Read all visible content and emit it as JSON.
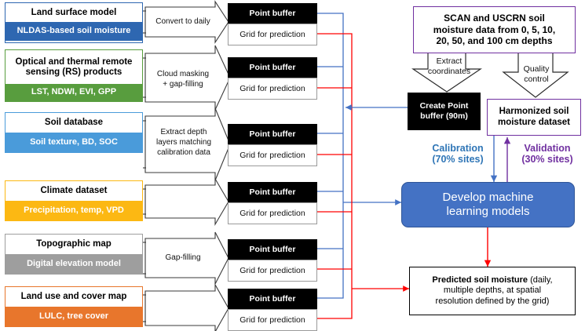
{
  "diagram": {
    "title": "Soil moisture machine learning workflow",
    "colors": {
      "nldas_blue": "#2E67B1",
      "rs_green": "#589D3E",
      "soil_blue": "#4A9BDA",
      "climate_yellow": "#FCB813",
      "topo_gray": "#9E9E9E",
      "lulc_orange": "#E8762C",
      "purple": "#7030A0",
      "ml_blue": "#4472C4",
      "calibration_blue": "#2E75B6",
      "red_line": "#FF0000",
      "blue_line": "#4472C4"
    }
  },
  "sources": [
    {
      "title": "Land surface model",
      "sub": "NLDAS-based soil moisture",
      "process": "Convert to daily"
    },
    {
      "title": "Optical and thermal remote sensing (RS) products",
      "sub": "LST, NDWI, EVI, GPP",
      "process": "Cloud masking\n+ gap-filling"
    },
    {
      "title": "Soil database",
      "sub": "Soil texture, BD, SOC",
      "process": "Extract depth layers matching calibration data"
    },
    {
      "title": "Climate dataset",
      "sub": "Precipitation, temp, VPD",
      "process": ""
    },
    {
      "title": "Topographic map",
      "sub": "Digital elevation model",
      "process": "Gap-filling"
    },
    {
      "title": "Land use and cover map",
      "sub": "LULC, tree cover",
      "process": ""
    }
  ],
  "process_labels": {
    "p0": "Convert to daily",
    "p1_line1": "Cloud masking",
    "p1_line2": "+ gap-filling",
    "p2_line1": "Extract depth",
    "p2_line2": "layers matching",
    "p2_line3": "calibration data",
    "p4": "Gap-filling"
  },
  "buffers": {
    "point_buffer_label": "Point buffer",
    "grid_label": "Grid for prediction"
  },
  "right": {
    "station_box_line1": "SCAN and USCRN soil",
    "station_box_line2": "moisture data from 0, 5, 10,",
    "station_box_line3": "20, 50, and 100 cm depths",
    "extract_line1": "Extract",
    "extract_line2": "coordinates",
    "quality_line1": "Quality",
    "quality_line2": "control",
    "create_point_line1": "Create Point",
    "create_point_line2": "buffer (90m)",
    "harmonized_line1": "Harmonized soil",
    "harmonized_line2": "moisture dataset",
    "calibration_line1": "Calibration",
    "calibration_line2": "(70% sites)",
    "validation_line1": "Validation",
    "validation_line2": "(30% sites)",
    "ml_line1": "Develop machine",
    "ml_line2": "learning models",
    "predicted_bold": "Predicted soil moisture",
    "predicted_rest1": "  (daily,",
    "predicted_line2": "multiple depths, at spatial",
    "predicted_line3": "resolution defined by the grid)"
  }
}
